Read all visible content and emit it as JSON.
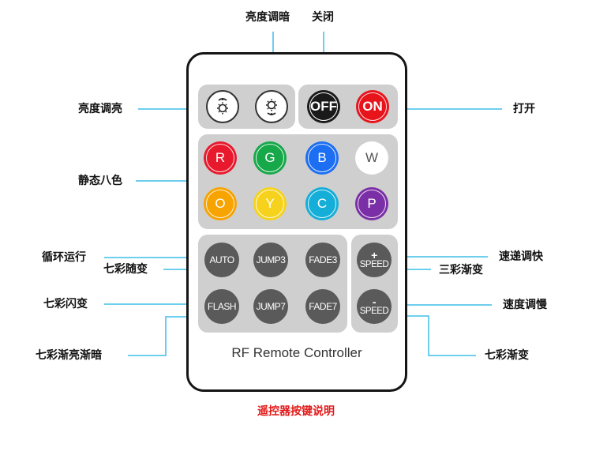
{
  "remote": {
    "brand_text": "RF Remote Controller",
    "power_buttons": [
      {
        "label": "OFF",
        "color": "#1a1a1a"
      },
      {
        "label": "ON",
        "color": "#e8141c"
      }
    ],
    "brightness_buttons": [
      {
        "icon": "brightness-up-icon"
      },
      {
        "icon": "brightness-down-icon"
      }
    ],
    "color_buttons": [
      {
        "label": "R",
        "color": "#e8192c"
      },
      {
        "label": "G",
        "color": "#17a84a"
      },
      {
        "label": "B",
        "color": "#1c6ef2"
      },
      {
        "label": "W",
        "color": "#ffffff"
      },
      {
        "label": "O",
        "color": "#f7a300"
      },
      {
        "label": "Y",
        "color": "#f6d21c"
      },
      {
        "label": "C",
        "color": "#14aed8"
      },
      {
        "label": "P",
        "color": "#7b2fa6"
      }
    ],
    "mode_buttons": [
      {
        "label": "AUTO"
      },
      {
        "label": "JUMP3"
      },
      {
        "label": "FADE3"
      },
      {
        "label": "FLASH"
      },
      {
        "label": "JUMP7"
      },
      {
        "label": "FADE7"
      }
    ],
    "speed_buttons": [
      {
        "symbol": "+",
        "label": "SPEED"
      },
      {
        "symbol": "-",
        "label": "SPEED"
      }
    ]
  },
  "annotations": {
    "brightness_down": "亮度调暗",
    "power_off": "关闭",
    "brightness_up": "亮度调亮",
    "power_on": "打开",
    "static_colors": "静态八色",
    "auto_cycle": "循环运行",
    "jump7": "七彩随变",
    "speed_up": "速递调快",
    "fade3": "三彩渐变",
    "flash": "七彩闪变",
    "speed_down": "速度调慢",
    "fade_bright_dark": "七彩渐亮渐暗",
    "fade7": "七彩渐变"
  },
  "caption": "遥控器按键说明",
  "colors": {
    "line": "#3fbde8",
    "caption": "#e21b1b",
    "panel": "#cfcfcf",
    "mode_button": "#5a5a5a"
  }
}
